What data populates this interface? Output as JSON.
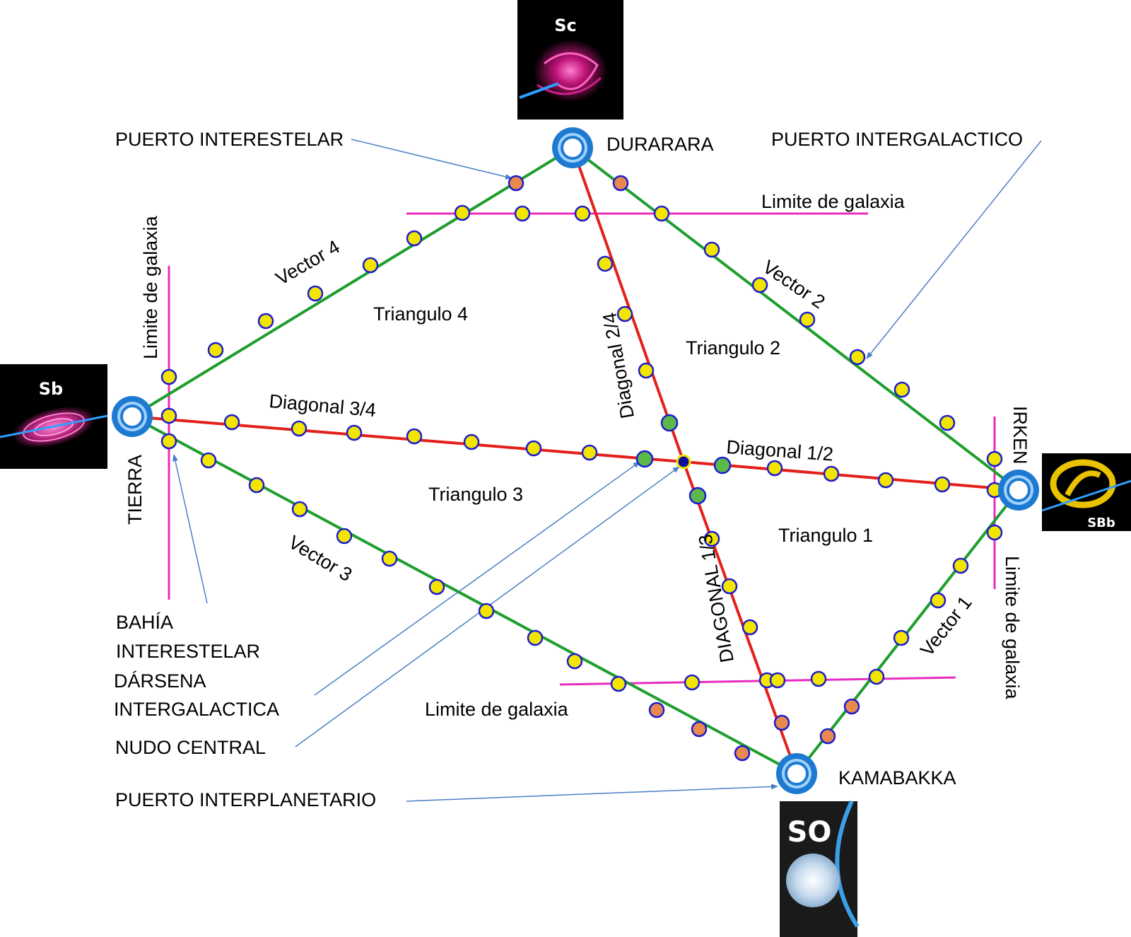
{
  "colors": {
    "vector": "#1e9e2e",
    "diagonal": "#e3201b",
    "galaxy_limit": "#e82cc1",
    "station": "#f2e600",
    "station_border": "#1c1ccf",
    "port": "#e8894f",
    "dock": "#5db84a",
    "central": "#0d0d9e",
    "pointer": "#4a7fc8",
    "hub": "#1e7ad0"
  },
  "nodes": {
    "durarara": "DURARARA",
    "irken": "IRKEN",
    "kamabakka": "KAMABAKKA",
    "tierra": "TIERRA"
  },
  "galaxies": {
    "sc": "Sc",
    "sb": "Sb",
    "sbb": "SBb",
    "so": "SO"
  },
  "lines": {
    "vector_1": "Vector 1",
    "vector_2": "Vector 2",
    "vector_3": "Vector 3",
    "vector_4": "Vector 4",
    "diagonal_12": "Diagonal 1/2",
    "diagonal_13": "DIAGONAL 1/3",
    "diagonal_24": "Diagonal 2/4",
    "diagonal_34": "Diagonal 3/4"
  },
  "regions": {
    "triangle_1": "Triangulo 1",
    "triangle_2": "Triangulo 2",
    "triangle_3": "Triangulo 3",
    "triangle_4": "Triangulo 4"
  },
  "galaxy_limits": {
    "top": "Limite de galaxia",
    "left": "Limite de galaxia",
    "right": "Limite de galaxia",
    "bottom": "Limite de galaxia"
  },
  "legend": {
    "puerto_interestelar": "PUERTO INTERESTELAR",
    "puerto_intergalactico": "PUERTO INTERGALACTICO",
    "bahia_line1": "BAHÍA",
    "bahia_line2": "INTERESTELAR",
    "darsena_line1": "DÁRSENA",
    "darsena_line2": "INTERGALACTICA",
    "nudo_central": "NUDO CENTRAL",
    "puerto_interplanetario": "PUERTO INTERPLANETARIO"
  }
}
